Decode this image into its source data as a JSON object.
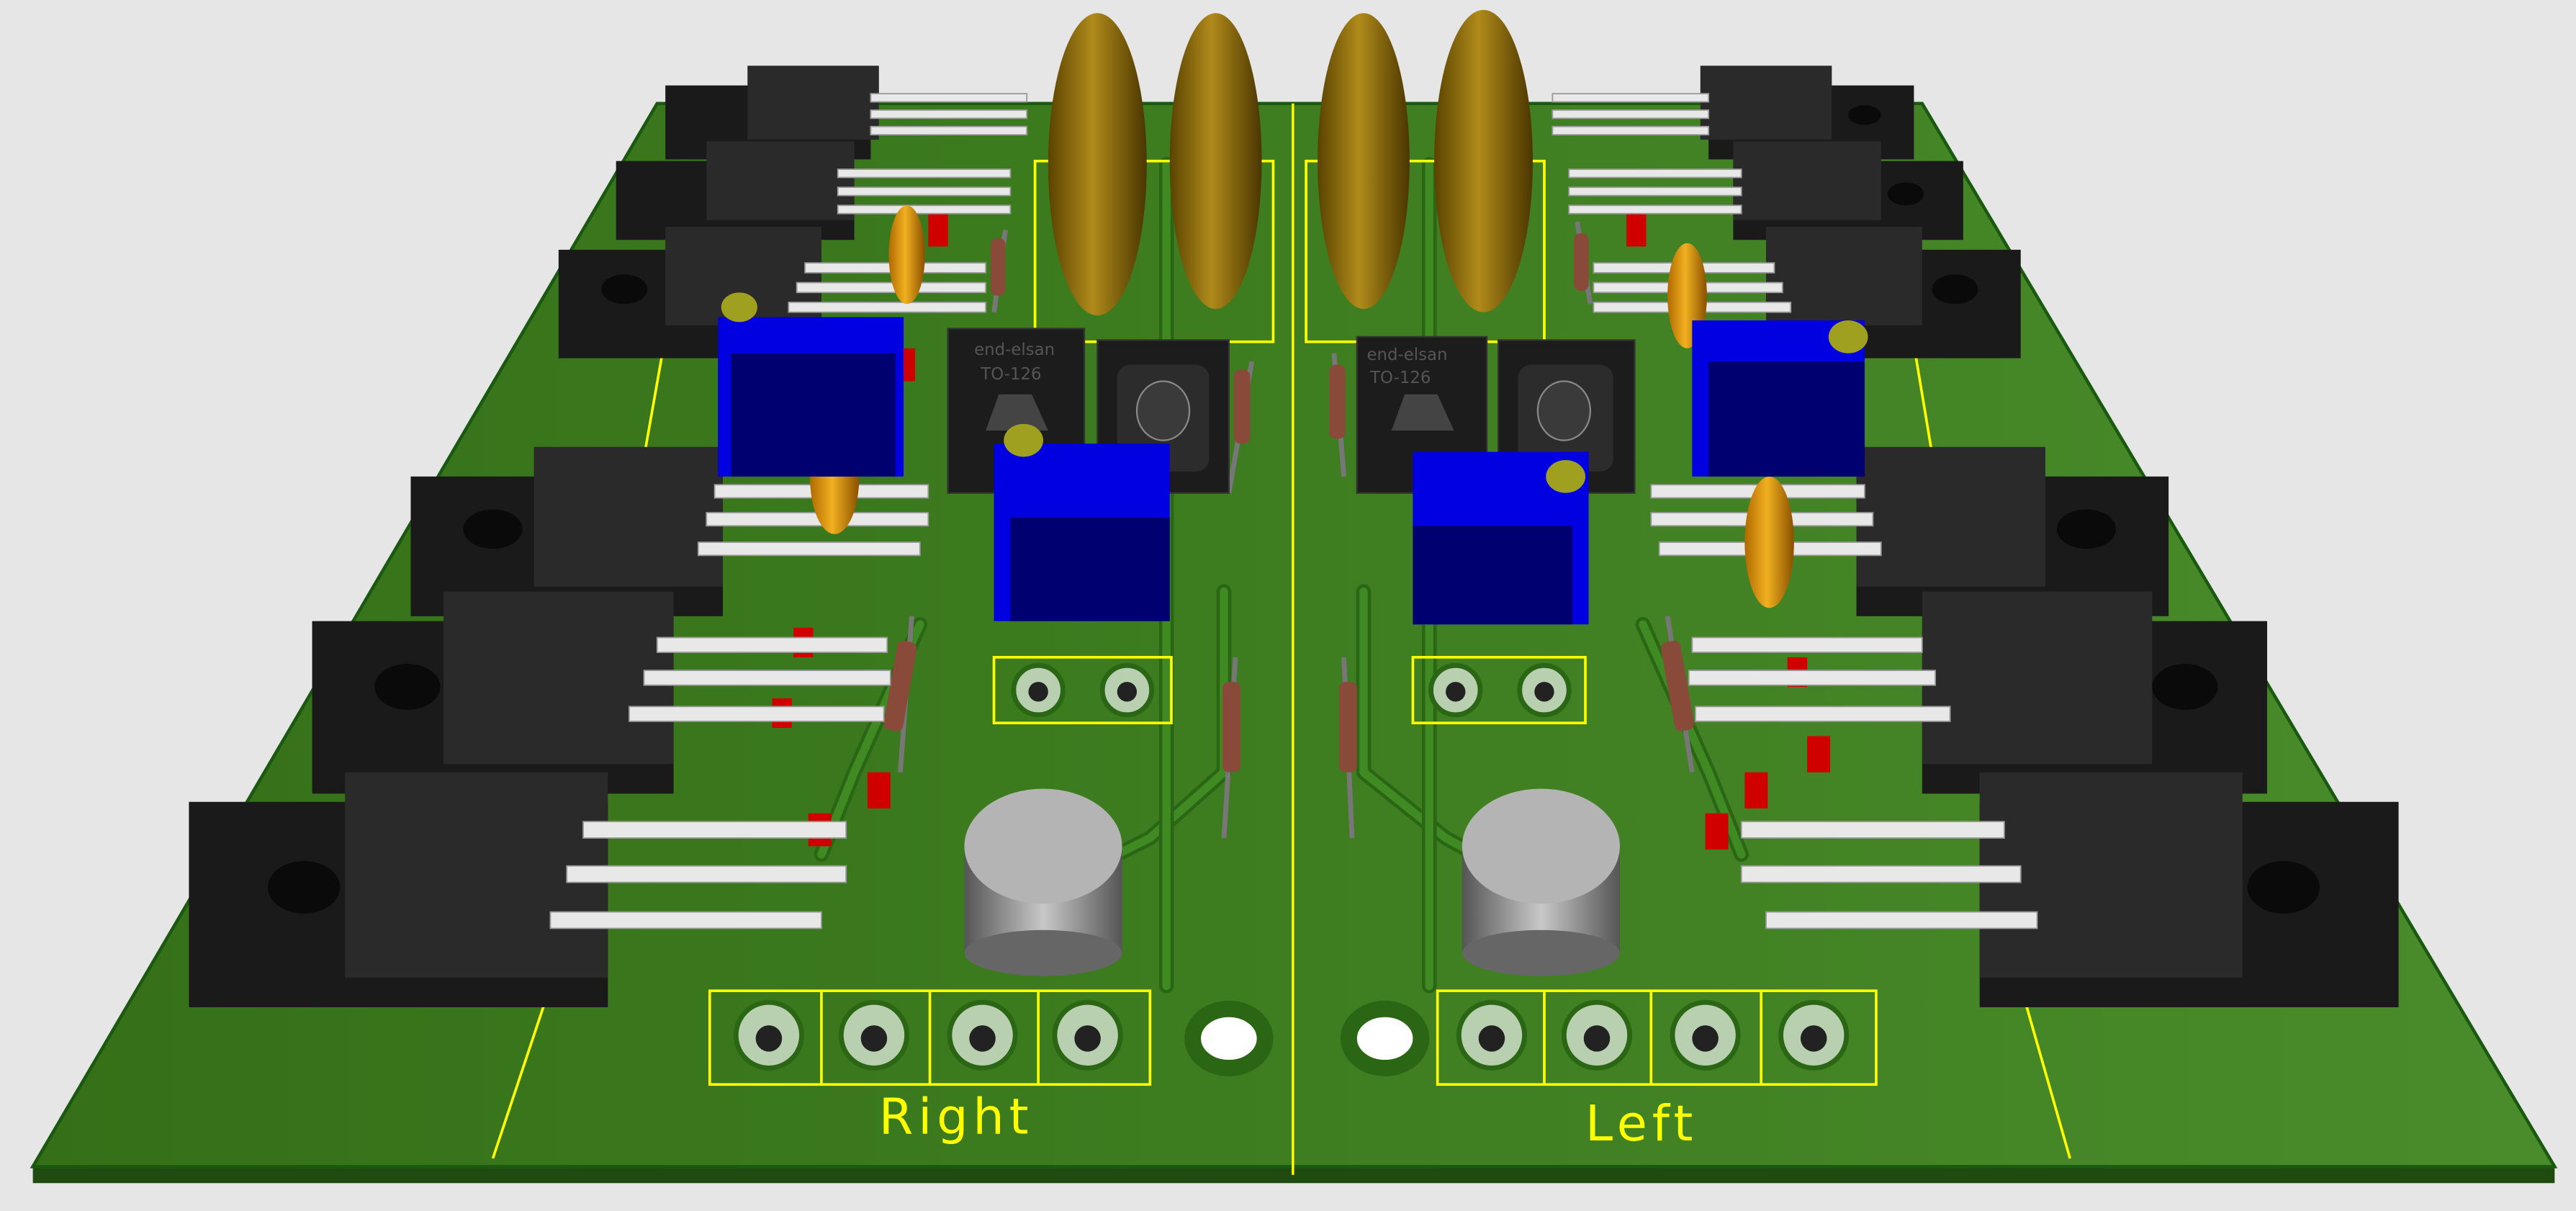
{
  "board": {
    "channel_labels": {
      "right": "Right",
      "left": "Left"
    },
    "component_markings": {
      "to126_right_maker": "end-elsan",
      "to126_right_package": "TO-126",
      "to126_left_maker": "end-elsan",
      "to126_left_package": "TO-126"
    },
    "colors": {
      "background": "#e6e6e6",
      "board": "#3e7d20",
      "silkscreen": "#ffff00",
      "trimmer": "#0000e0",
      "capacitor": "#8a6a0a"
    }
  }
}
